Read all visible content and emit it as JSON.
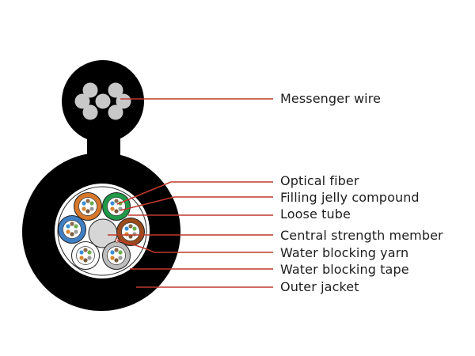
{
  "title": "Figure-8 self-supporting aerial optical fiber cable cross-section",
  "colors": {
    "jacket": "#000000",
    "background": "#ffffff",
    "leader_line": "#c0392b",
    "messenger_strand": "#c8c8c8",
    "core_fill": "#ffffff",
    "central_member": "#d6d6d6",
    "text": "#1e1e1e"
  },
  "messenger": {
    "strands": 7
  },
  "loose_tubes": [
    {
      "name": "orange",
      "color": "#d9782a"
    },
    {
      "name": "green",
      "color": "#1f9a48"
    },
    {
      "name": "blue",
      "color": "#3f7fc4"
    },
    {
      "name": "brown",
      "color": "#9a4a1c"
    },
    {
      "name": "white",
      "color": "#ffffff"
    },
    {
      "name": "grey",
      "color": "#bdbdbd"
    }
  ],
  "fiber_colors": [
    "#3a8fd6",
    "#8a6a4a",
    "#6cae4a",
    "#d9862e",
    "#7a5a3a",
    "#9a9a9a"
  ],
  "labels": {
    "messenger_wire": "Messenger wire",
    "optical_fiber": "Optical fiber",
    "filling_jelly_compound": "Filling jelly compound",
    "loose_tube": "Loose tube",
    "central_strength_member": "Central strength member",
    "water_blocking_yarn": "Water blocking yarn",
    "water_blocking_tape": "Water blocking tape",
    "outer_jacket": "Outer jacket"
  }
}
